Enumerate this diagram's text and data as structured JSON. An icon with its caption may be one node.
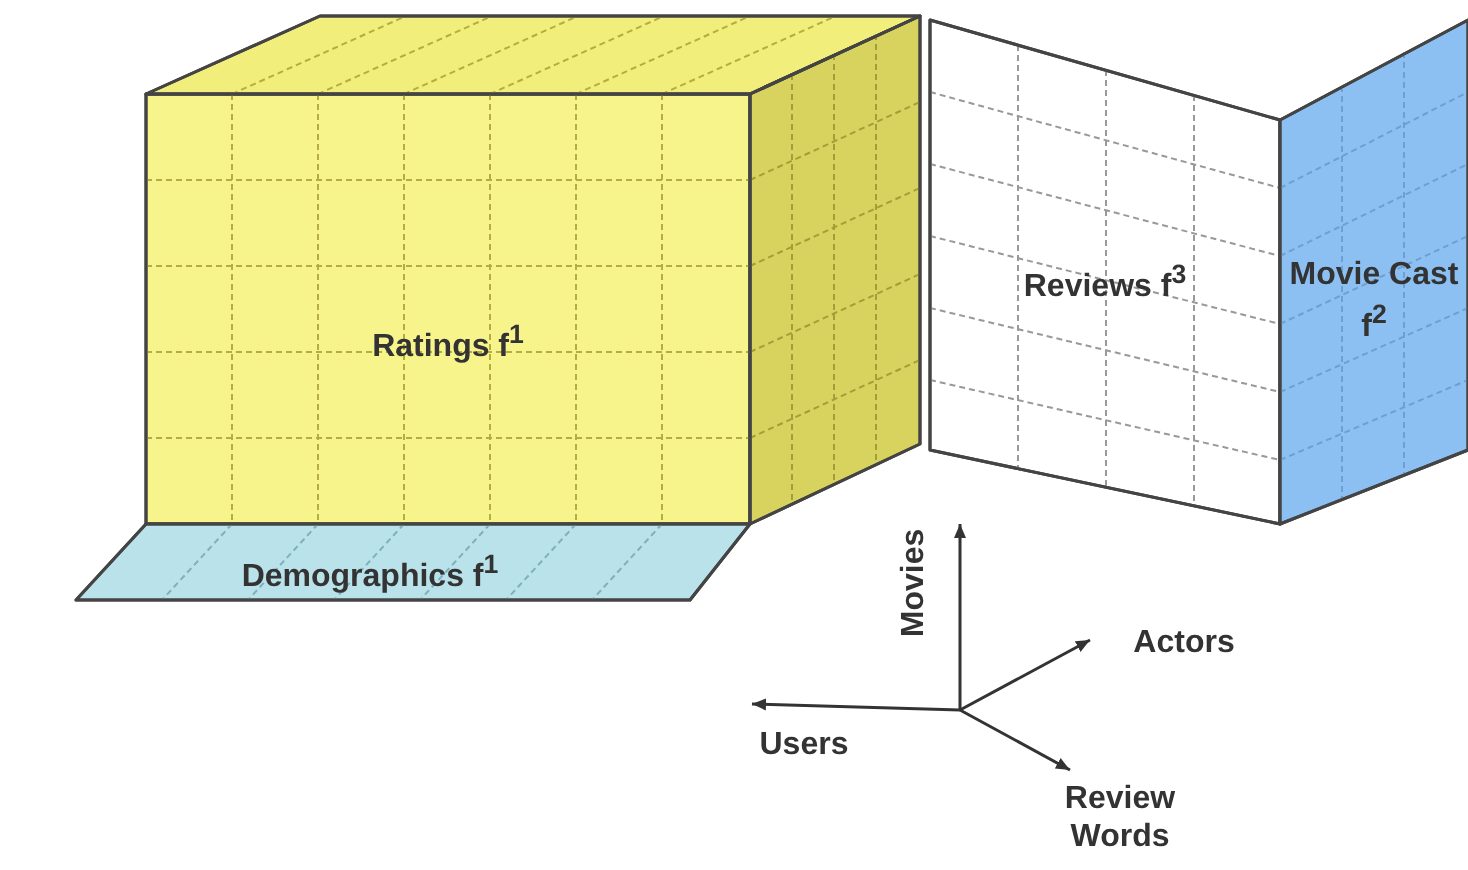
{
  "diagram": {
    "nodes": [
      {
        "text": [
          "Ratings f$^{1}$"
        ]
      },
      {
        "text": [
          "Demographics f$^{1}$"
        ]
      },
      {
        "text": [
          "Reviews f$^{3}$"
        ]
      },
      {
        "text": [
          "Movie Cast f$^{2}$"
        ]
      }
    ],
    "edges": [],
    "labels": [
      "Movies",
      "Actors",
      "Users",
      "Review Words"
    ]
  }
}
